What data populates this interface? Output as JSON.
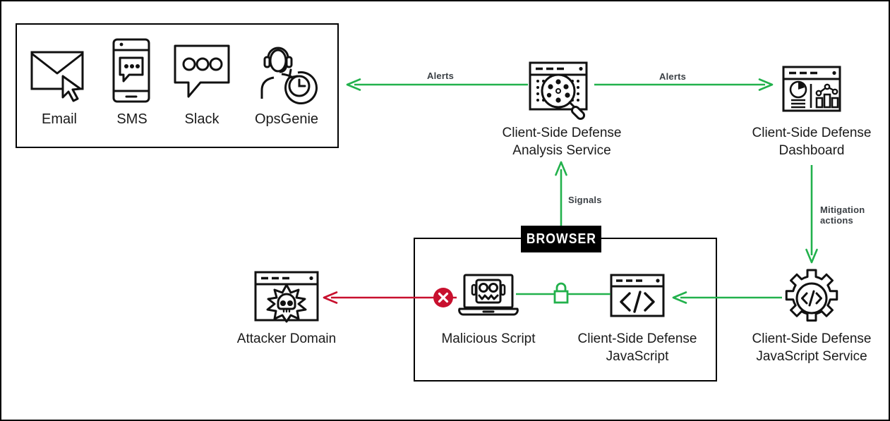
{
  "diagram": {
    "title": "Client-Side Defense architecture flow",
    "colors": {
      "green": "#22b14c",
      "red": "#c8102e",
      "black": "#000000",
      "label_gray": "#3a3f44"
    }
  },
  "notification_group": {
    "name": "notification-channels",
    "channels": [
      {
        "id": "email",
        "label": "Email",
        "icon": "envelope-cursor-icon"
      },
      {
        "id": "sms",
        "label": "SMS",
        "icon": "smartphone-message-icon"
      },
      {
        "id": "slack",
        "label": "Slack",
        "icon": "speech-bubble-dots-icon"
      },
      {
        "id": "opsgenie",
        "label": "OpsGenie",
        "icon": "headset-operator-clock-icon"
      }
    ]
  },
  "nodes": {
    "analysis_service": {
      "label": "Client-Side Defense\nAnalysis Service",
      "icon": "browser-magnifier-icon"
    },
    "dashboard": {
      "label": "Client-Side Defense\nDashboard",
      "icon": "browser-charts-icon"
    },
    "js_service": {
      "label": "Client-Side Defense\nJavaScript Service",
      "icon": "gear-code-icon"
    },
    "attacker_domain": {
      "label": "Attacker Domain",
      "icon": "browser-skull-icon"
    },
    "malicious_script": {
      "label": "Malicious Script",
      "icon": "laptop-bot-icon"
    },
    "defense_javascript": {
      "label": "Client-Side Defense\nJavaScript",
      "icon": "browser-code-tag-icon"
    }
  },
  "browser_frame": {
    "tag_label": "BROWSER"
  },
  "edges": [
    {
      "id": "alerts-to-channels",
      "label": "Alerts",
      "color": "#22b14c",
      "direction": "left"
    },
    {
      "id": "alerts-dashboard-to-analysis",
      "label": "Alerts",
      "color": "#22b14c",
      "direction": "right"
    },
    {
      "id": "signals-up",
      "label": "Signals",
      "color": "#22b14c",
      "direction": "up"
    },
    {
      "id": "mitigation-down",
      "label": "Mitigation\nactions",
      "color": "#22b14c",
      "direction": "down"
    },
    {
      "id": "js-delivery-left",
      "label": "",
      "color": "#22b14c",
      "direction": "left"
    },
    {
      "id": "secure-channel-lock",
      "label": "",
      "color": "#22b14c",
      "direction": "none",
      "icon": "padlock-icon"
    },
    {
      "id": "blocked-exfiltration",
      "label": "",
      "color": "#c8102e",
      "direction": "left",
      "icon": "blocked-x-icon"
    }
  ]
}
